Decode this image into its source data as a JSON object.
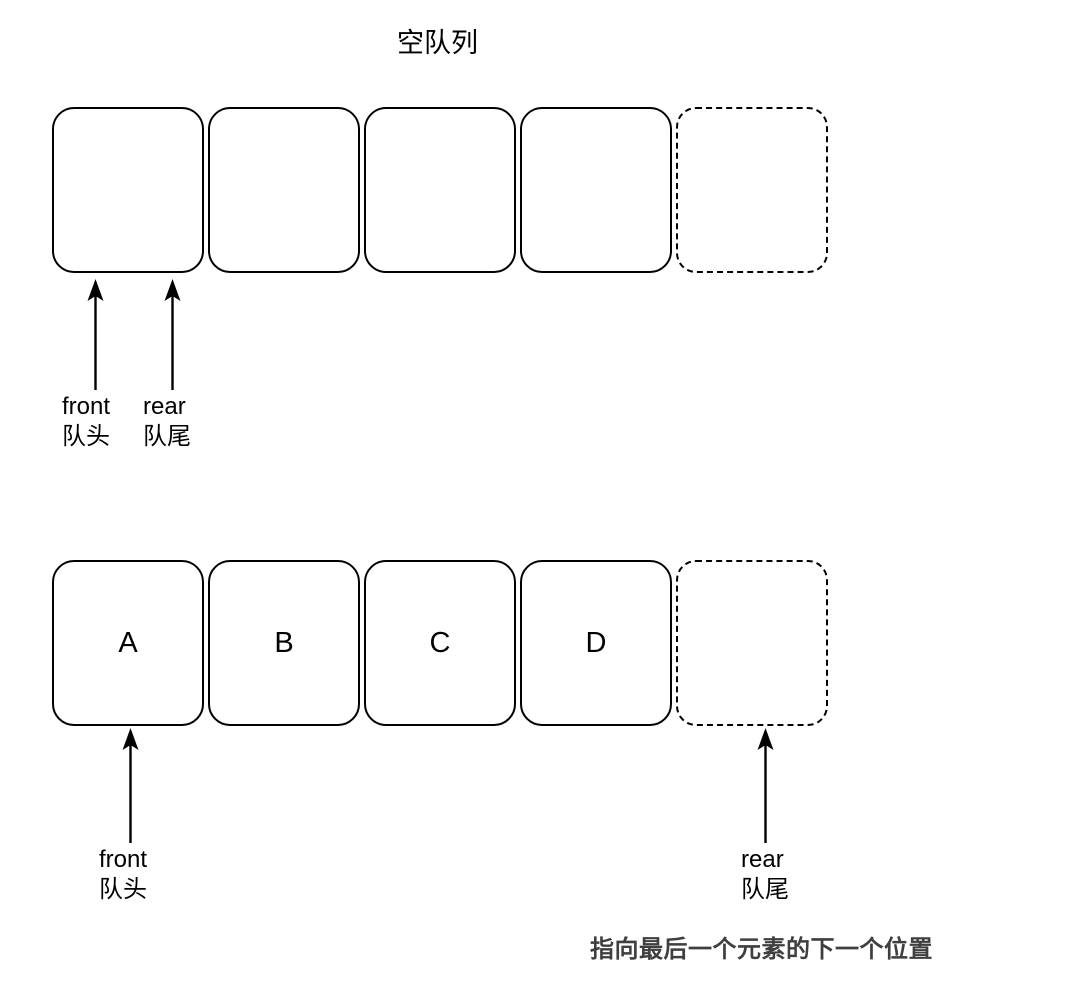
{
  "diagram": {
    "title": "空队列",
    "rows": [
      {
        "name": "empty-queue-row",
        "cells": [
          {
            "value": "",
            "style": "solid"
          },
          {
            "value": "",
            "style": "solid"
          },
          {
            "value": "",
            "style": "solid"
          },
          {
            "value": "",
            "style": "solid"
          },
          {
            "value": "",
            "style": "dashed"
          }
        ],
        "pointers": [
          {
            "id": "front",
            "label_en": "front",
            "label_zh": "队头"
          },
          {
            "id": "rear",
            "label_en": "rear",
            "label_zh": "队尾"
          }
        ]
      },
      {
        "name": "filled-queue-row",
        "cells": [
          {
            "value": "A",
            "style": "solid"
          },
          {
            "value": "B",
            "style": "solid"
          },
          {
            "value": "C",
            "style": "solid"
          },
          {
            "value": "D",
            "style": "solid"
          },
          {
            "value": "",
            "style": "dashed"
          }
        ],
        "pointers": [
          {
            "id": "front",
            "label_en": "front",
            "label_zh": "队头"
          },
          {
            "id": "rear",
            "label_en": "rear",
            "label_zh": "队尾"
          }
        ]
      }
    ],
    "note": "指向最后一个元素的下一个位置",
    "colors": {
      "stroke": "#000000",
      "background": "#ffffff",
      "note_text": "#3f3f3f"
    }
  }
}
